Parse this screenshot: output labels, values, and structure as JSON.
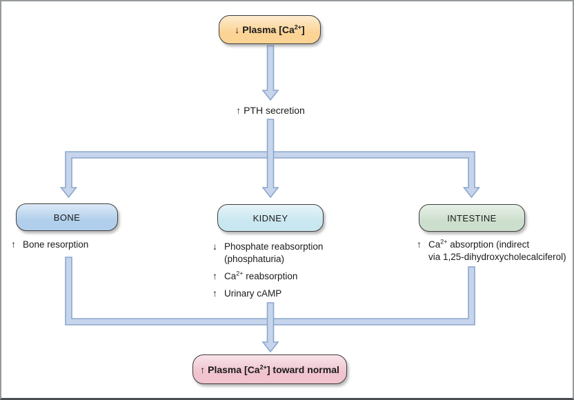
{
  "colors": {
    "start_box_fill": "#fbd394",
    "bone_box_fill": "#b1cfec",
    "kidney_box_fill": "#c9e7f0",
    "intestine_box_fill": "#ccdecc",
    "end_box_fill": "#f0c3ce",
    "connector_fill": "#c6d5eb",
    "connector_stroke": "#8ba6cd",
    "box_border": "#3c3c3c",
    "frame_border": "#96999b",
    "frame_border_bottom": "#4a4e50"
  },
  "nodes": {
    "start": {
      "arrow": "↓",
      "pre": "Plasma [Ca",
      "sup": "2+",
      "post": "]"
    },
    "pth": {
      "arrow": "↑",
      "label": " PTH secretion"
    },
    "bone": {
      "label": "BONE"
    },
    "kidney": {
      "label": "KIDNEY"
    },
    "intestine": {
      "label": "INTESTINE"
    },
    "end": {
      "arrow": "↑",
      "pre": "Plasma [Ca",
      "sup": "2+",
      "post": "] toward normal"
    }
  },
  "effects": {
    "bone_item1": {
      "arrow": "↑",
      "text": "Bone resorption"
    },
    "kidney_item1": {
      "arrow": "↓",
      "line1": "Phosphate reabsorption",
      "line2": "(phosphaturia)"
    },
    "kidney_item2": {
      "arrow": "↑",
      "pre": "Ca",
      "sup": "2+",
      "post": " reabsorption"
    },
    "kidney_item3": {
      "arrow": "↑",
      "text": "Urinary cAMP"
    },
    "intestine_item1": {
      "arrow": "↑",
      "pre": "Ca",
      "sup": "2+",
      "post": " absorption (indirect",
      "line2": "via 1,25-dihydroxycholecalciferol)"
    }
  }
}
